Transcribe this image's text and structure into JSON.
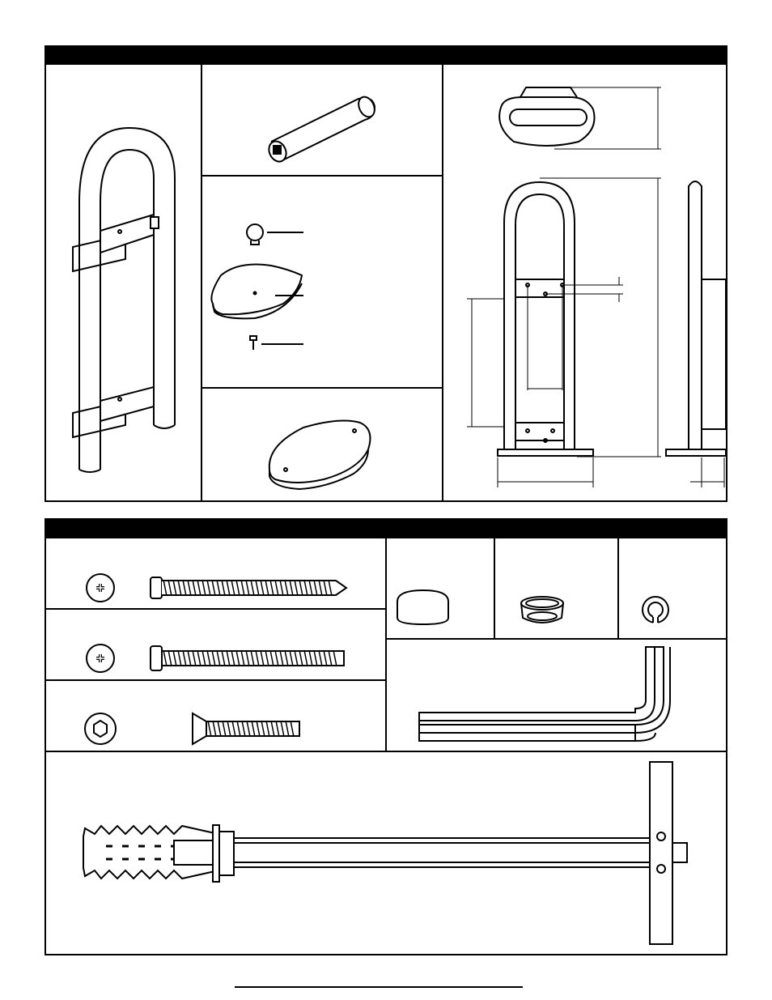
{
  "top_section": {
    "header_text": "",
    "cells": [
      {
        "id": "grab-bar-perspective",
        "label": ""
      },
      {
        "id": "flange-pin",
        "label": ""
      },
      {
        "id": "cover-parts",
        "label": ""
      },
      {
        "id": "flange-plate",
        "label": ""
      },
      {
        "id": "dimension-drawing",
        "label": ""
      }
    ]
  },
  "hardware_section": {
    "header_text": "",
    "items": [
      {
        "id": "wood-screw",
        "label": ""
      },
      {
        "id": "machine-screw",
        "label": ""
      },
      {
        "id": "set-screw",
        "label": ""
      },
      {
        "id": "plug-cap",
        "label": ""
      },
      {
        "id": "cup-washer",
        "label": ""
      },
      {
        "id": "split-ring",
        "label": ""
      },
      {
        "id": "hex-key",
        "label": ""
      },
      {
        "id": "anchor-assembly",
        "label": ""
      }
    ]
  },
  "footer": {
    "text": ""
  },
  "colors": {
    "ink": "#000000",
    "paper": "#ffffff"
  }
}
